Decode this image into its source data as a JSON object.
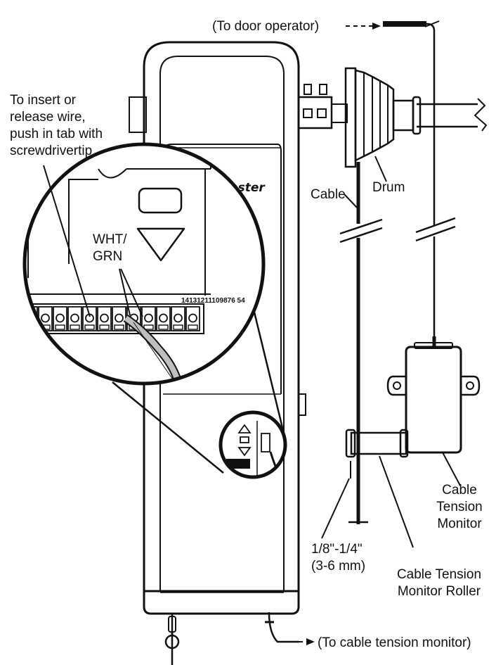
{
  "labels": {
    "insert_line1": "To insert or",
    "insert_line2": "release wire,",
    "insert_line3": "push in tab with",
    "insert_line4": "screwdrivertip",
    "to_door_operator": "(To door operator)",
    "cable": "Cable",
    "drum": "Drum",
    "wire_line1": "WHT/",
    "wire_line2": "GRN",
    "terminal_numbers": "14131211109876 54",
    "brand": "LiftMaster",
    "monitor_line1": "Cable",
    "monitor_line2": "Tension",
    "monitor_line3": "Monitor",
    "gap_line1": "1/8\"-1/4\"",
    "gap_line2": "(3-6 mm)",
    "roller_line1": "Cable Tension",
    "roller_line2": "Monitor Roller",
    "to_cable_tension_monitor": "(To cable tension monitor)"
  },
  "colors": {
    "ink": "#111111",
    "paper": "#ffffff",
    "wire_gray": "#bfbfbf"
  },
  "icons": {
    "up_button": "up-arrow-icon",
    "down_button": "down-arrow-icon",
    "ring_terminal": "ring-terminal-icon",
    "arrow": "arrowhead-icon"
  }
}
